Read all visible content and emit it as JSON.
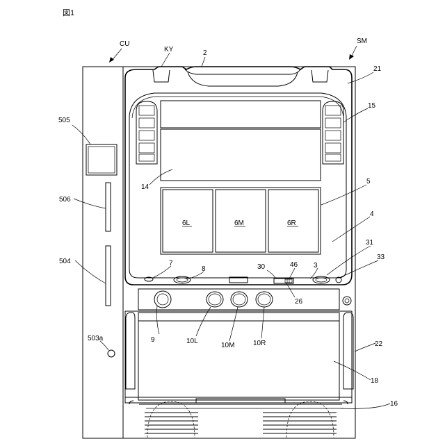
{
  "figure": {
    "title": "図1",
    "reels": {
      "left": "6L",
      "middle": "6M",
      "right": "6R"
    },
    "labels": {
      "cu": "CU",
      "ky": "KY",
      "sm": "SM",
      "n2": "2",
      "n21": "21",
      "n15": "15",
      "n5": "5",
      "n4": "4",
      "n31": "31",
      "n33": "33",
      "n3": "3",
      "n46": "46",
      "n30": "30",
      "n26": "26",
      "n7": "7",
      "n8": "8",
      "n14": "14",
      "n9": "9",
      "n10L": "10L",
      "n10M": "10M",
      "n10R": "10R",
      "n22": "22",
      "n18": "18",
      "n16": "16",
      "n505": "505",
      "n506": "506",
      "n504": "504",
      "n503a": "503a"
    }
  }
}
